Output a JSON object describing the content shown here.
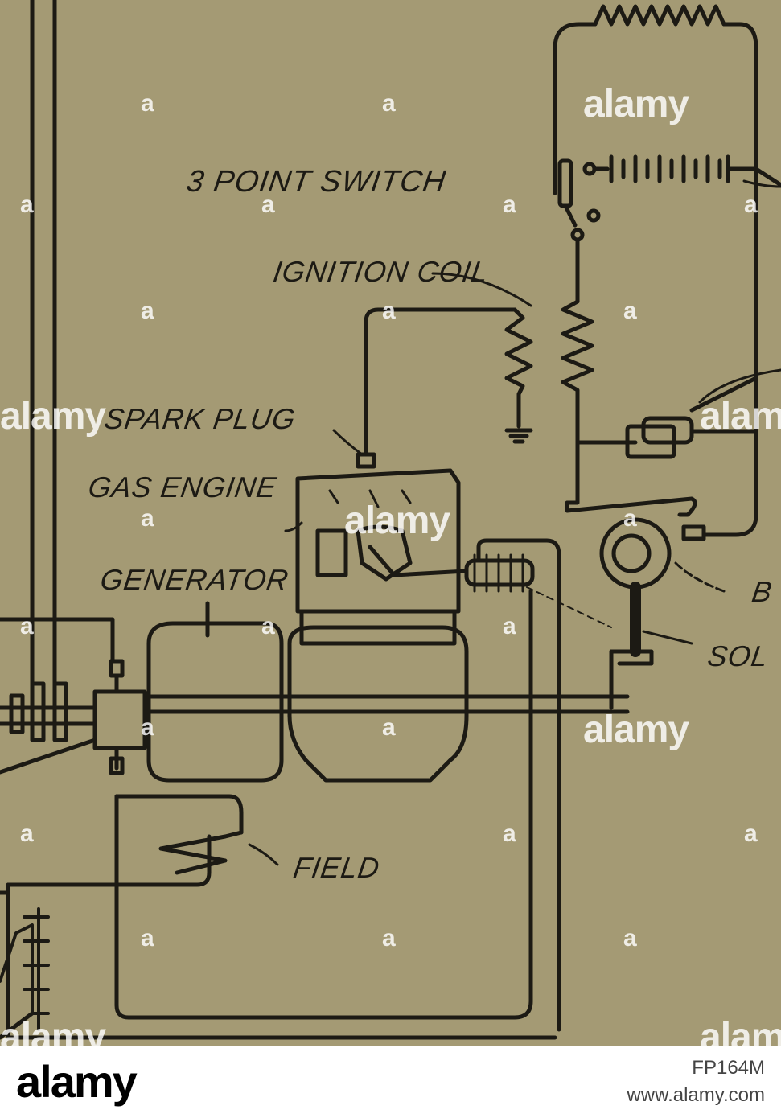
{
  "diagram": {
    "labels": {
      "three_point_switch": "3 POINT SWITCH",
      "ignition_coil": "IGNITION COIL",
      "spark_plug": "SPARK PLUG",
      "gas_engine": "GAS ENGINE",
      "generator": "GENERATOR",
      "field": "FIELD",
      "b_partial": "B",
      "sol_partial": "SOL"
    },
    "colors": {
      "paper": "#a49a74",
      "ink": "#1c1a14",
      "watermark": "#ffffff"
    }
  },
  "watermark": {
    "brand": "alamy",
    "mark": "a"
  },
  "footer": {
    "logo": "alamy",
    "image_id": "FP164M",
    "url": "www.alamy.com"
  }
}
